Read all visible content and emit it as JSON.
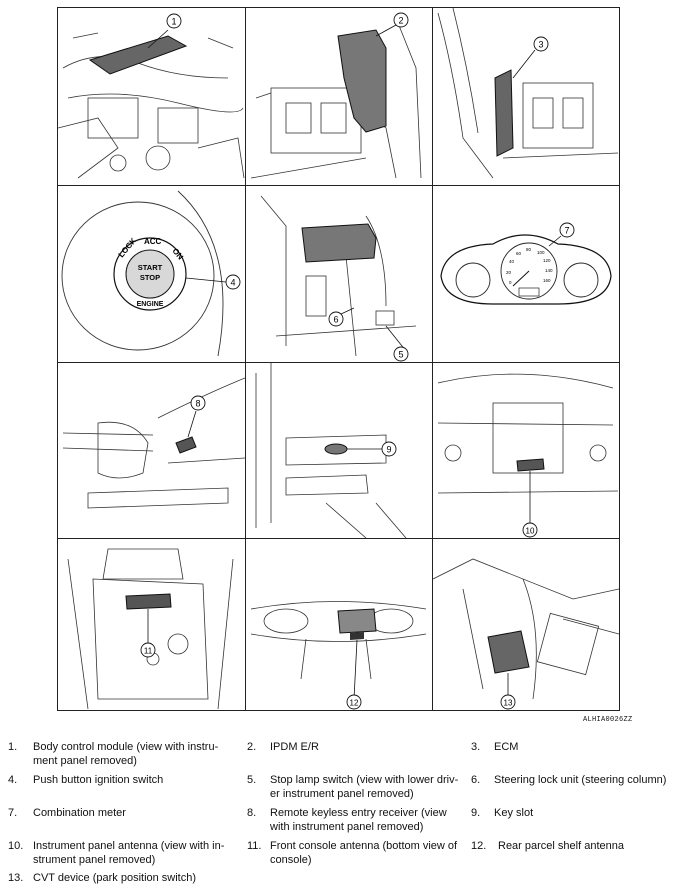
{
  "figure": {
    "code": "ALHIA0026ZZ",
    "callouts": [
      "1",
      "2",
      "3",
      "4",
      "5",
      "6",
      "7",
      "8",
      "9",
      "10",
      "11",
      "12",
      "13"
    ],
    "switch_labels": {
      "lock": "LOCK",
      "acc": "ACC",
      "on": "ON",
      "start": "START",
      "stop": "STOP",
      "engine": "ENGINE"
    },
    "speedo_ticks": [
      "0",
      "20",
      "40",
      "60",
      "80",
      "100",
      "120",
      "140",
      "160"
    ]
  },
  "legend": [
    {
      "num": "1.",
      "text": "Body control module (view with instru-",
      "text2": "ment panel removed)"
    },
    {
      "num": "2.",
      "text": "IPDM E/R",
      "text2": ""
    },
    {
      "num": "3.",
      "text": "ECM",
      "text2": ""
    },
    {
      "num": "4.",
      "text": "Push button ignition switch",
      "text2": ""
    },
    {
      "num": "5.",
      "text": "Stop lamp switch (view with lower driv-",
      "text2": "er instrument panel removed)"
    },
    {
      "num": "6.",
      "text": "Steering lock unit (steering column)",
      "text2": ""
    },
    {
      "num": "7.",
      "text": "Combination meter",
      "text2": ""
    },
    {
      "num": "8.",
      "text": "Remote keyless entry receiver (view",
      "text2": "with instrument panel removed)"
    },
    {
      "num": "9.",
      "text": "Key slot",
      "text2": ""
    },
    {
      "num": "10.",
      "text": "Instrument panel antenna (view with in-",
      "text2": "strument panel removed)"
    },
    {
      "num": "11.",
      "text": "Front console antenna (bottom view of",
      "text2": "console)"
    },
    {
      "num": "12.",
      "text": "Rear parcel shelf antenna",
      "text2": ""
    },
    {
      "num": "13.",
      "text": "CVT device (park position switch)",
      "text2": ""
    }
  ]
}
